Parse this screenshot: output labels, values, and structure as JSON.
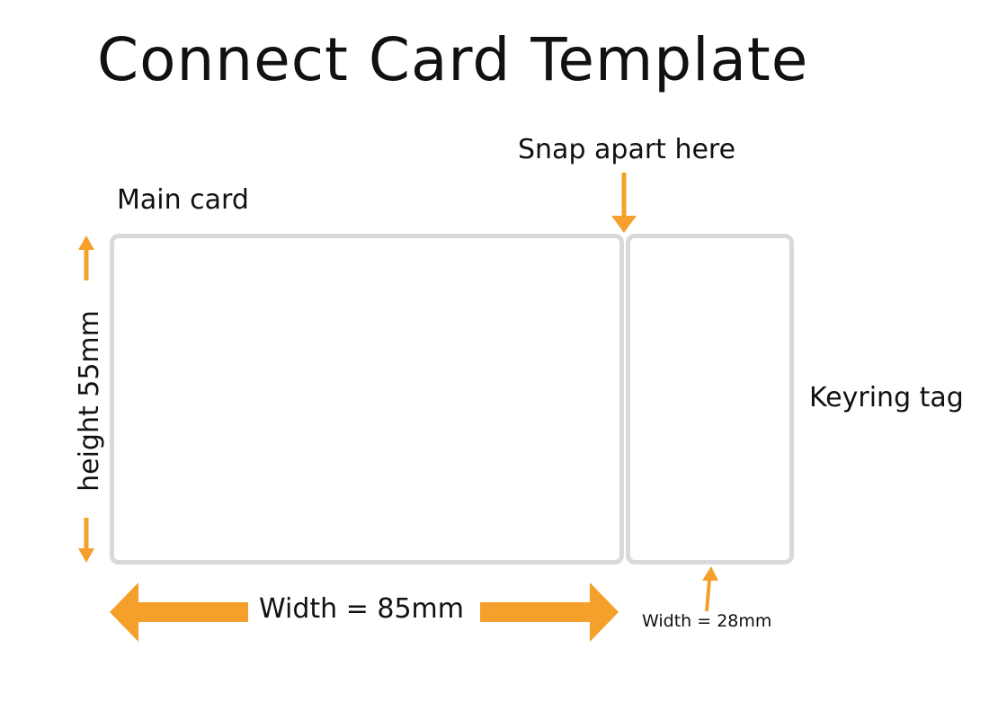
{
  "title": "Connect Card Template",
  "labels": {
    "snap": "Snap apart here",
    "main_card": "Main card",
    "keyring_tag": "Keyring tag",
    "height": "height 55mm",
    "width_main": "Width = 85mm",
    "width_tag": "Width = 28mm"
  },
  "colors": {
    "arrow": "#f4a02a",
    "card_border": "#d9d9d9",
    "text": "#111111"
  }
}
